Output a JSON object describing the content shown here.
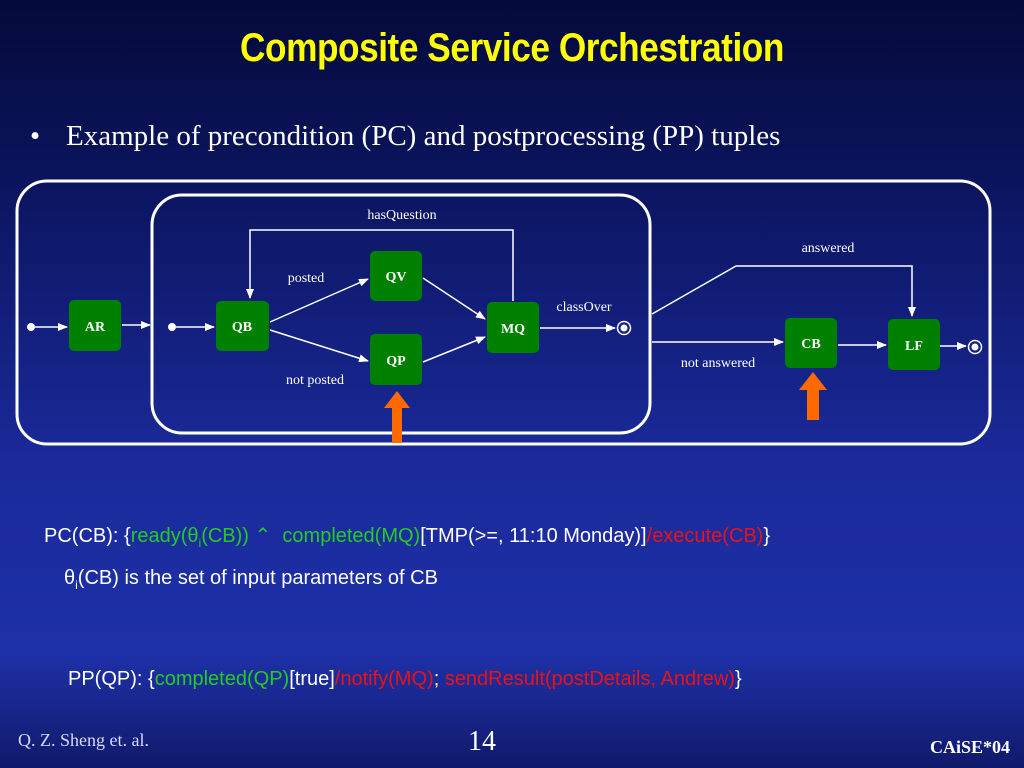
{
  "slide": {
    "title": "Composite Service Orchestration",
    "bullet": "Example of precondition (PC) and postprocessing (PP) tuples"
  },
  "diagram": {
    "nodes": {
      "AR": "AR",
      "QB": "QB",
      "QV": "QV",
      "QP": "QP",
      "MQ": "MQ",
      "CB": "CB",
      "LF": "LF"
    },
    "labels": {
      "hasQuestion": "hasQuestion",
      "posted": "posted",
      "not_posted": "not posted",
      "classOver": "classOver",
      "answered": "answered",
      "not_answered": "not answered"
    },
    "colors": {
      "node_fill": "#008000",
      "arrow_highlight": "#ff6a00",
      "title": "#ffff00",
      "condition": "#22cc22",
      "action": "#ee1111"
    }
  },
  "pc": {
    "prefix": "PC(CB): {",
    "cond1_a": "ready(",
    "theta": "θ",
    "sub_i": "i",
    "cond1_b": "(CB))",
    "and_symbol": "⌃",
    "cond2": "completed(MQ)",
    "temporal": "[TMP(>=, 11:10 Monday)]",
    "slash": "/",
    "action": "execute(CB)",
    "suffix": "}"
  },
  "theta_note": {
    "theta": "θ",
    "sub_i": "i",
    "text": "(CB) is the set of input parameters of CB"
  },
  "pp": {
    "prefix": "PP(QP): {",
    "cond": "completed(QP)",
    "bracket": "[true]",
    "slash": "/",
    "action1": "notify(MQ)",
    "sep": ";",
    "action2": "sendResult(postDetails, Andrew)",
    "suffix": "}"
  },
  "footer": {
    "authors": "Q. Z. Sheng et. al.",
    "page_number": "14",
    "venue": "CAiSE*04"
  }
}
